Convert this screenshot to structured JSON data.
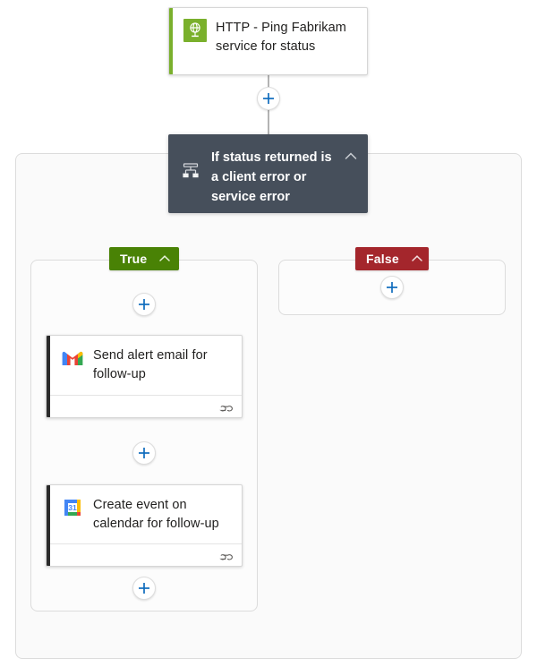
{
  "workflow": {
    "trigger": {
      "title": "HTTP - Ping Fabrikam service for status",
      "icon": "http-globe-icon",
      "accent_color": "#7ab02c"
    },
    "condition": {
      "title": "If status returned is a client error or service error",
      "icon": "condition-icon",
      "collapse_icon": "chevron-up-icon",
      "background_color": "#464f5b"
    },
    "branches": [
      {
        "label": "True",
        "badge_color": "#498205",
        "collapse_icon": "chevron-up-icon",
        "actions": [
          {
            "title": "Send alert email for follow-up",
            "icon": "gmail-icon",
            "accent_color": "#2b2b2b",
            "footer_icon": "retry-policy-icon"
          },
          {
            "title": "Create event on calendar for follow-up",
            "icon": "google-calendar-icon",
            "accent_color": "#2b2b2b",
            "footer_icon": "retry-policy-icon"
          }
        ]
      },
      {
        "label": "False",
        "badge_color": "#a4262c",
        "collapse_icon": "chevron-up-icon",
        "actions": []
      }
    ],
    "add_buttons": {
      "icon": "plus-icon",
      "color": "#0f6cbd",
      "count": 5
    }
  }
}
